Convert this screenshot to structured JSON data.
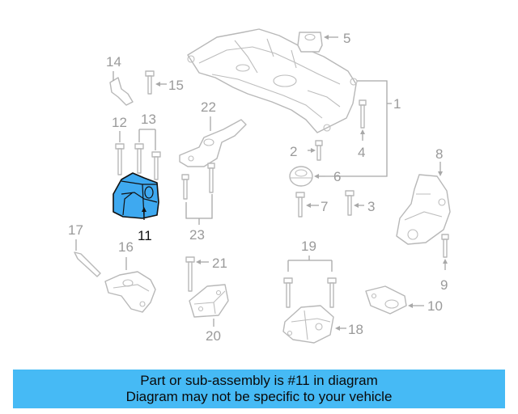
{
  "diagram": {
    "callouts": [
      "1",
      "2",
      "3",
      "4",
      "5",
      "6",
      "7",
      "8",
      "9",
      "10",
      "11",
      "12",
      "13",
      "14",
      "15",
      "16",
      "17",
      "18",
      "19",
      "20",
      "21",
      "22",
      "23"
    ],
    "highlighted_part": "11",
    "highlight_color": "#3ea9f0"
  },
  "banner": {
    "line1": "Part or sub-assembly is #11 in diagram",
    "line2": "Diagram may not be specific to your vehicle",
    "background": "#46baf5"
  }
}
